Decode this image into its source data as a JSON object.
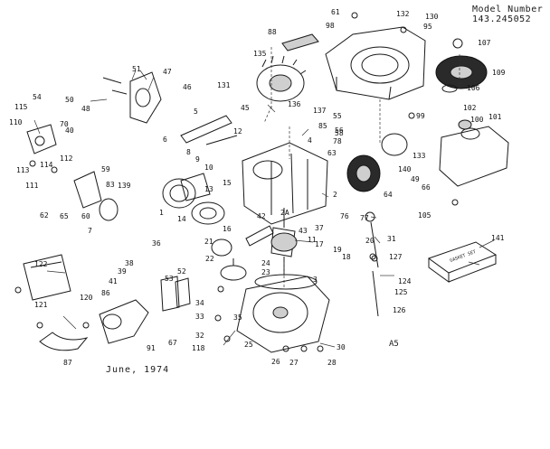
{
  "header": {
    "model_label": "Model Number",
    "model_number": "143.245052"
  },
  "footer": {
    "date": "June, 1974",
    "code": "A5"
  },
  "gasket_set_label": "GASKET SET",
  "part_numbers": [
    "1",
    "2",
    "2A",
    "3",
    "4",
    "5",
    "6",
    "7",
    "8",
    "9",
    "10",
    "11",
    "12",
    "13",
    "14",
    "15",
    "16",
    "17",
    "18",
    "19",
    "20",
    "21",
    "22",
    "23",
    "24",
    "25",
    "26",
    "27",
    "28",
    "30",
    "31",
    "32",
    "33",
    "34",
    "35",
    "36",
    "37",
    "38",
    "39",
    "40",
    "41",
    "42",
    "43",
    "45",
    "46",
    "47",
    "48",
    "49",
    "50",
    "51",
    "52",
    "53",
    "54",
    "55",
    "56",
    "58",
    "59",
    "60",
    "61",
    "62",
    "63",
    "64",
    "65",
    "66",
    "67",
    "70",
    "76",
    "77",
    "78",
    "83",
    "85",
    "86",
    "87",
    "88",
    "91",
    "95",
    "98",
    "99",
    "100",
    "101",
    "102",
    "105",
    "106",
    "107",
    "109",
    "110",
    "111",
    "112",
    "113",
    "114",
    "115",
    "118",
    "120",
    "121",
    "122",
    "124",
    "125",
    "126",
    "127",
    "130",
    "131",
    "132",
    "133",
    "135",
    "136",
    "137",
    "139",
    "140",
    "141"
  ]
}
